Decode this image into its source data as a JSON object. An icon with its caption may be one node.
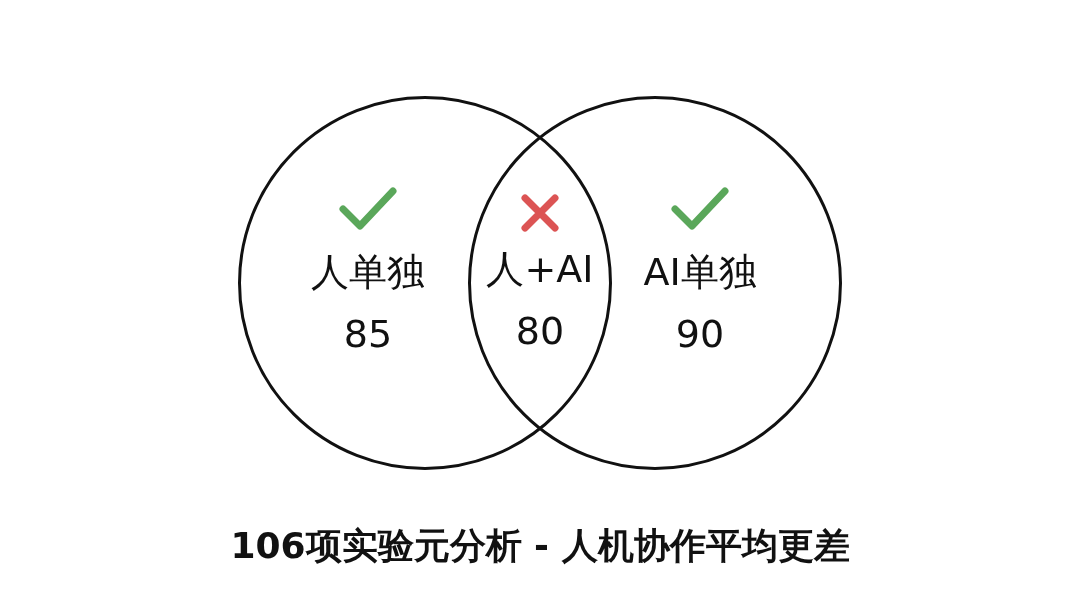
{
  "diagram": {
    "caption": "106项实验元分析 - 人机协作平均更差",
    "nodes": [
      {
        "text": [
          "人单独",
          "85"
        ]
      },
      {
        "text": [
          "AI单独",
          "90"
        ]
      },
      {
        "text": [
          "人+AI",
          "80"
        ]
      }
    ]
  }
}
